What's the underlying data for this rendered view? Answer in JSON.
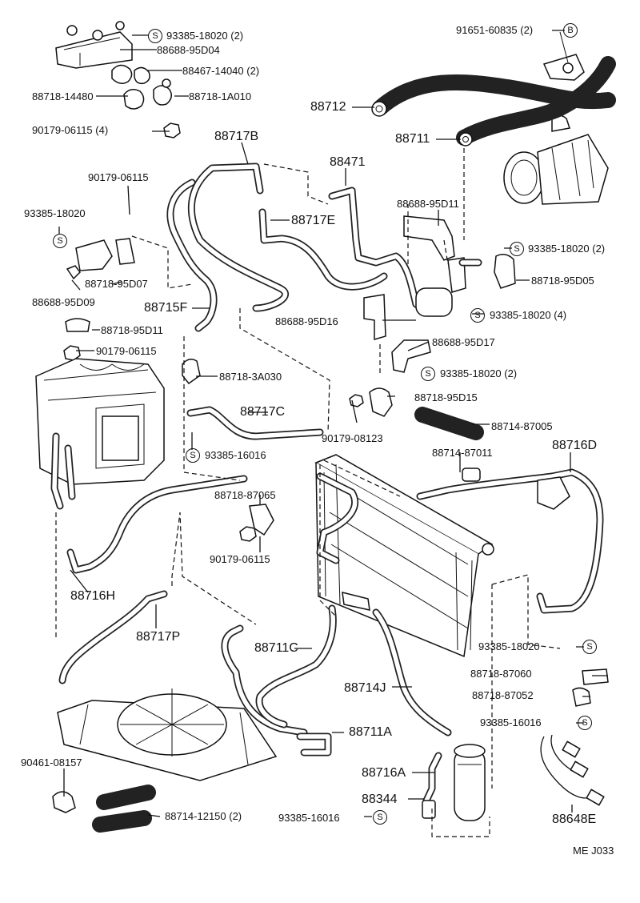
{
  "diagram_code": "ME J033",
  "labels": {
    "p_93385_18020_2_top": "93385-18020 (2)",
    "p_88688_95D04": "88688-95D04",
    "p_88467_14040": "88467-14040 (2)",
    "p_88718_14480": "88718-14480",
    "p_88718_1A010": "88718-1A010",
    "p_90179_06115_4": "90179-06115 (4)",
    "p_91651_60835": "91651-60835 (2)",
    "p_88712": "88712",
    "p_88711": "88711",
    "p_88717B": "88717B",
    "p_88471": "88471",
    "p_90179_06115_a": "90179-06115",
    "p_93385_18020_left": "93385-18020",
    "p_88717E": "88717E",
    "p_88688_95D11": "88688-95D11",
    "p_93385_18020_2_right": "93385-18020 (2)",
    "p_88718_95D07": "88718-95D07",
    "p_88718_95D05": "88718-95D05",
    "p_88688_95D09": "88688-95D09",
    "p_88715F": "88715F",
    "p_93385_18020_4": "93385-18020 (4)",
    "p_88688_95D16": "88688-95D16",
    "p_88718_95D11": "88718-95D11",
    "p_88688_95D17": "88688-95D17",
    "p_90179_06115_b": "90179-06115",
    "p_88718_3A030": "88718-3A030",
    "p_93385_18020_2_mid": "93385-18020 (2)",
    "p_88718_95D15": "88718-95D15",
    "p_88717C": "88717C",
    "p_90179_08123": "90179-08123",
    "p_88714_87005": "88714-87005",
    "p_93385_16016_a": "93385-16016",
    "p_88714_87011": "88714-87011",
    "p_88716D": "88716D",
    "p_88718_87065": "88718-87065",
    "p_90179_06115_c": "90179-06115",
    "p_88716H": "88716H",
    "p_88717P": "88717P",
    "p_88711C": "88711C",
    "p_93385_18020_b": "93385-18020",
    "p_88718_87060": "88718-87060",
    "p_88718_87052": "88718-87052",
    "p_88714J": "88714J",
    "p_93385_16016_b": "93385-16016",
    "p_88711A": "88711A",
    "p_90461_08157": "90461-08157",
    "p_88716A": "88716A",
    "p_88344": "88344",
    "p_93385_16016_c": "93385-16016",
    "p_88714_12150": "88714-12150 (2)",
    "p_88648E": "88648E"
  },
  "markers": {
    "s": "S",
    "b": "B"
  }
}
